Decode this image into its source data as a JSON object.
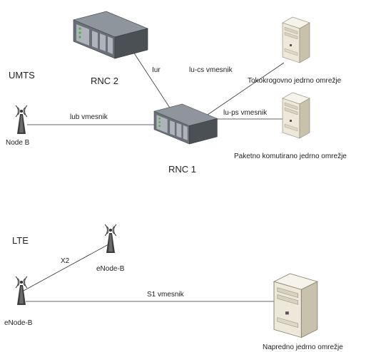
{
  "sections": {
    "umts": "UMTS",
    "lte": "LTE"
  },
  "nodes": {
    "rnc2": "RNC 2",
    "rnc1": "RNC 1",
    "node_b": "Node B",
    "cs_core": "Tokokrogovno jedrno omrežje",
    "ps_core": "Paketno komutirano jedrno omrežje",
    "enodeb_top": "eNode-B",
    "enodeb_left": "eNode-B",
    "epc": "Napredno jedrno omrežje"
  },
  "links": {
    "iur": "Iur",
    "iucs": "lu-cs vmesnik",
    "iub": "lub vmesnik",
    "iups": "lu-ps vmesnik",
    "x2": "X2",
    "s1": "S1 vmesnik"
  },
  "colors": {
    "line": "#333333",
    "rnc_dark": "#54595e",
    "rnc_mid": "#7a8087",
    "rnc_light": "#a9afb5",
    "server_light": "#f1ede2",
    "server_shade": "#c9c2ae",
    "antenna": "#3a3a3a"
  }
}
